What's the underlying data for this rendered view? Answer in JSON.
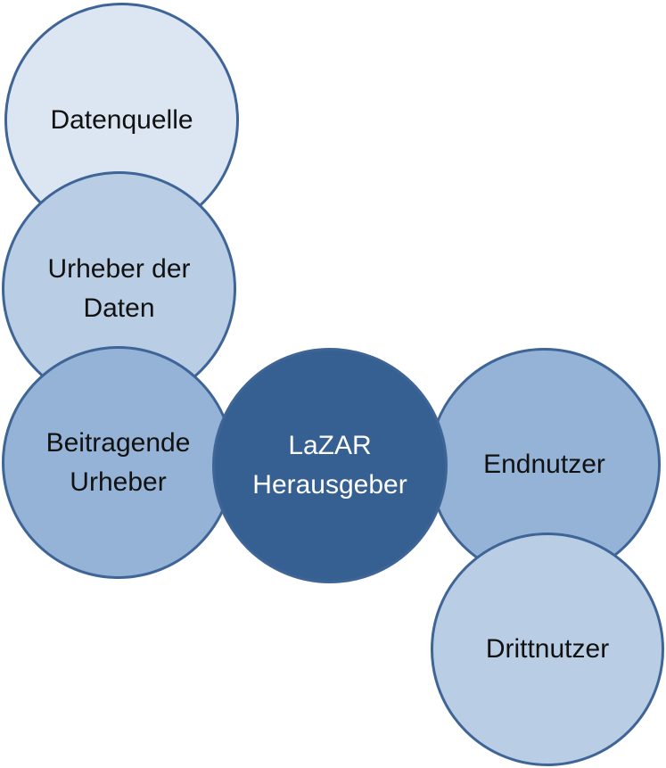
{
  "diagram": {
    "nodes": [
      {
        "id": "datenquelle",
        "lines": [
          "Datenquelle"
        ],
        "fill": "#dce6f2",
        "text_color": "#111111"
      },
      {
        "id": "urheber",
        "lines": [
          "Urheber der",
          "Daten"
        ],
        "fill": "#b9cde5",
        "text_color": "#111111"
      },
      {
        "id": "beitragende",
        "lines": [
          "Beitragende",
          "Urheber"
        ],
        "fill": "#95b3d7",
        "text_color": "#111111"
      },
      {
        "id": "endnutzer",
        "lines": [
          "Endnutzer"
        ],
        "fill": "#95b3d7",
        "text_color": "#111111"
      },
      {
        "id": "drittnutzer",
        "lines": [
          "Drittnutzer"
        ],
        "fill": "#b9cde5",
        "text_color": "#111111"
      },
      {
        "id": "lazar",
        "lines": [
          "LaZAR",
          "Herausgeber"
        ],
        "fill": "#376092",
        "text_color": "#ffffff"
      }
    ],
    "border_color": "#3f6597"
  }
}
